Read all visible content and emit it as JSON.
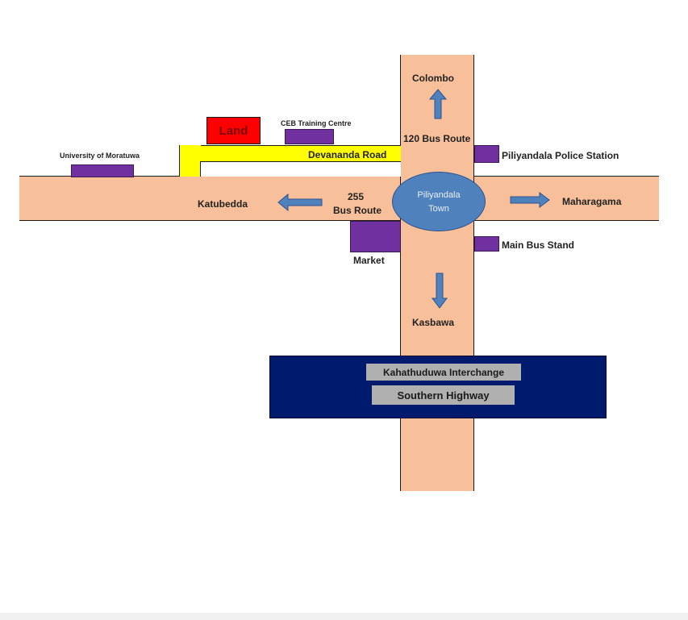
{
  "labels": {
    "land": "Land",
    "ceb": "CEB Training Centre",
    "university": "University of Moratuwa",
    "devananda": "Devananda Road",
    "colombo": "Colombo",
    "route120": "120 Bus Route",
    "police": "Piliyandala Police Station",
    "katubedda": "Katubedda",
    "route255_num": "255",
    "route255_text": "Bus Route",
    "town_line1": "Piliyandala",
    "town_line2": "Town",
    "maharagama": "Maharagama",
    "market": "Market",
    "bus_stand": "Main Bus Stand",
    "kasbawa": "Kasbawa",
    "interchange": "Kahathuduwa Interchange",
    "highway": "Southern Highway"
  },
  "colors": {
    "road": "#f8c09a",
    "lane": "#ffff00",
    "land": "#ff0000",
    "landmark": "#7030a0",
    "town": "#4f81bd",
    "arrow": "#4f81bd",
    "highway": "#001a6e",
    "highway_label": "#b0b0b0"
  },
  "icons": {
    "north": "arrow-up-icon",
    "south": "arrow-down-icon",
    "east": "arrow-right-icon",
    "west": "arrow-left-icon"
  }
}
